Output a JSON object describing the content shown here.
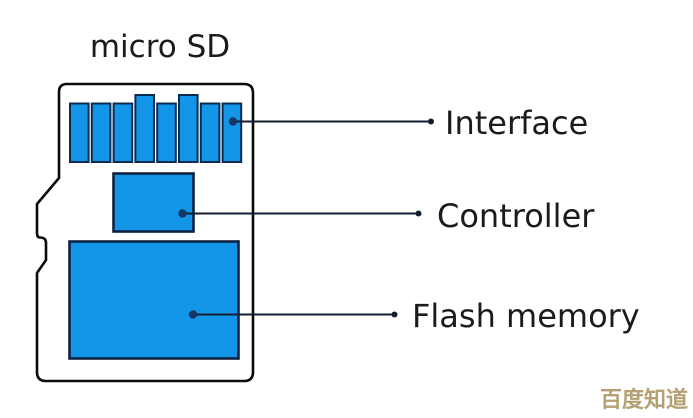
{
  "title": "micro SD",
  "watermark": "百度知道",
  "labels": {
    "interface": "Interface",
    "controller": "Controller",
    "flash_memory": "Flash memory"
  },
  "diagram": {
    "type": "labeled-component-diagram",
    "device": "micro SD card",
    "pin_count": 8,
    "parts": [
      {
        "block": "contact-pins",
        "label": "Interface"
      },
      {
        "block": "controller-chip",
        "label": "Controller"
      },
      {
        "block": "flash-memory-chip",
        "label": "Flash memory"
      }
    ]
  },
  "colors": {
    "component_fill": "#1496e8",
    "component_stroke": "#0e2240",
    "pin_stroke": "#0c2b50",
    "card_outline": "#0b0b0b",
    "leader_line": "#131d33",
    "leader_dot": "#143766",
    "text": "#1b1b1b",
    "watermark": "#b5a073",
    "background": "#ffffff"
  }
}
